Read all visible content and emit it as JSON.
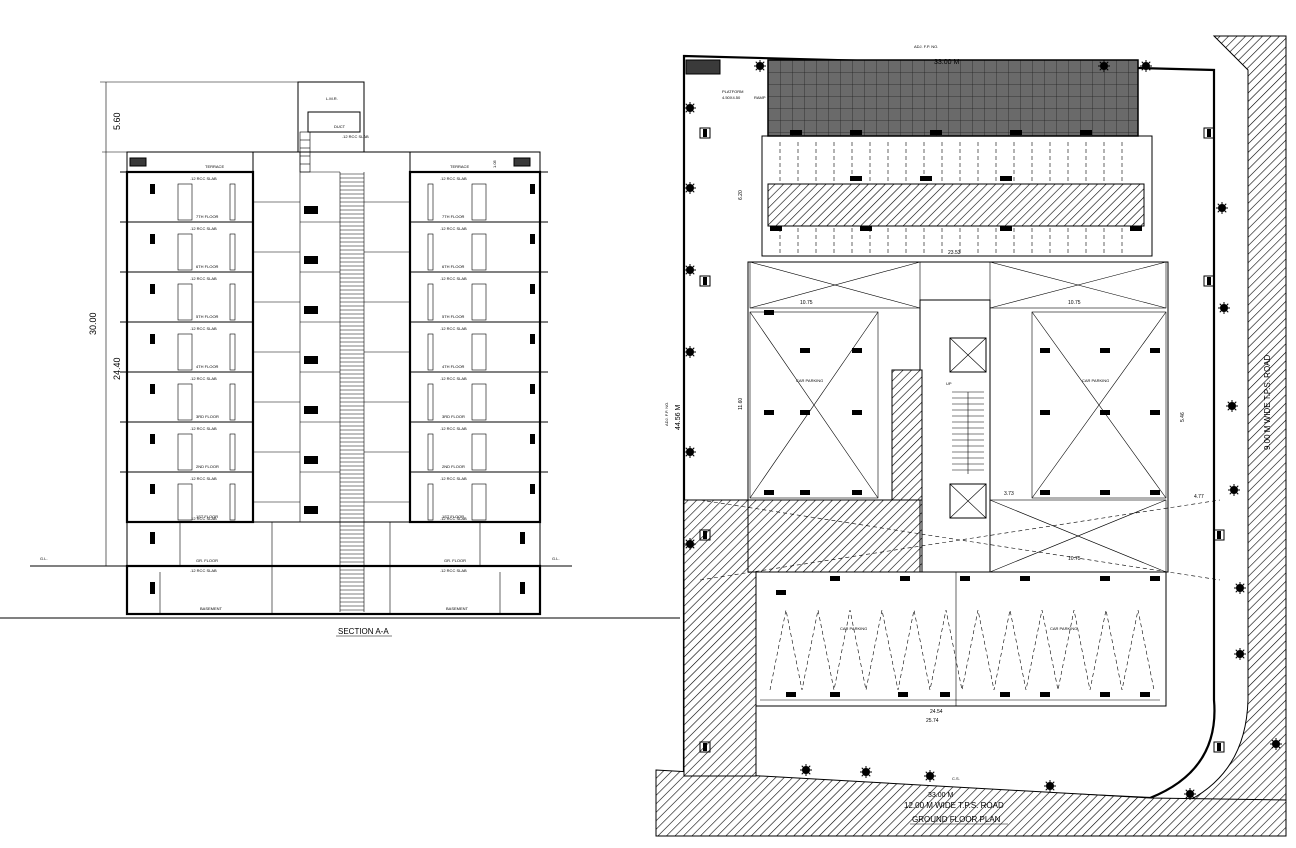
{
  "section": {
    "title": "SECTION A-A",
    "dims": {
      "total": "30.00",
      "lmr": "5.60",
      "floors": "24.40"
    },
    "lmr_label": "L.M.R.",
    "duct_label": "DUCT",
    "rcc_small": ".12 RCC SLAB",
    "terrace_label": "TERRACE",
    "terrace_height": "1.05",
    "gl": "G.L.",
    "left_floors": [
      {
        "slab": ".12 RCC SLAB",
        "name": "7TH FLOOR"
      },
      {
        "slab": ".12 RCC SLAB",
        "name": "6TH FLOOR"
      },
      {
        "slab": ".12 RCC SLAB",
        "name": "5TH FLOOR"
      },
      {
        "slab": ".12 RCC SLAB",
        "name": "4TH FLOOR"
      },
      {
        "slab": ".12 RCC SLAB",
        "name": "3RD FLOOR"
      },
      {
        "slab": ".12 RCC SLAB",
        "name": "2ND FLOOR"
      },
      {
        "slab": ".12 RCC SLAB",
        "name": "1ST FLOOR"
      },
      {
        "slab": ".12 RCC SLAB",
        "name": "GR. FLOOR"
      },
      {
        "slab": ".12 RCC SLAB",
        "name": "BASEMENT"
      }
    ],
    "right_floors": [
      {
        "slab": ".12 RCC SLAB",
        "name": "7TH FLOOR"
      },
      {
        "slab": ".12 RCC SLAB",
        "name": "6TH FLOOR"
      },
      {
        "slab": ".12 RCC SLAB",
        "name": "5TH FLOOR"
      },
      {
        "slab": ".12 RCC SLAB",
        "name": "4TH FLOOR"
      },
      {
        "slab": ".12 RCC SLAB",
        "name": "3RD FLOOR"
      },
      {
        "slab": ".12 RCC SLAB",
        "name": "2ND FLOOR"
      },
      {
        "slab": ".12 RCC SLAB",
        "name": "1ST FLOOR"
      },
      {
        "slab": ".12 RCC SLAB",
        "name": "GR. FLOOR"
      },
      {
        "slab": ".12 RCC SLAB",
        "name": "BASEMENT"
      }
    ]
  },
  "plan": {
    "title": "GROUND FLOOR PLAN",
    "road_bottom": "12.00 M WIDE T.P.S. ROAD",
    "road_right": "9.00 M WIDE T.P.S. ROAD",
    "top_dim": "33.00 M",
    "bottom_dim": "33.00 M",
    "left_dim": "44.56 M",
    "adj_fp_top": "ADJ. F.P. NO.",
    "adj_fp_left": "ADJ. F.P. NO.",
    "platform": "PLATFORM",
    "platform_size": "4.50X4.50",
    "ramp": "RAMP",
    "cs": "C.S.",
    "car_parking": "CAR PARKING",
    "up": "UP",
    "dims": [
      "10.75",
      "10.75",
      "10.75",
      "24.54",
      "25.74",
      "23.53",
      "4.77",
      "3.73",
      "6.20",
      "11.60",
      "5.46"
    ]
  }
}
